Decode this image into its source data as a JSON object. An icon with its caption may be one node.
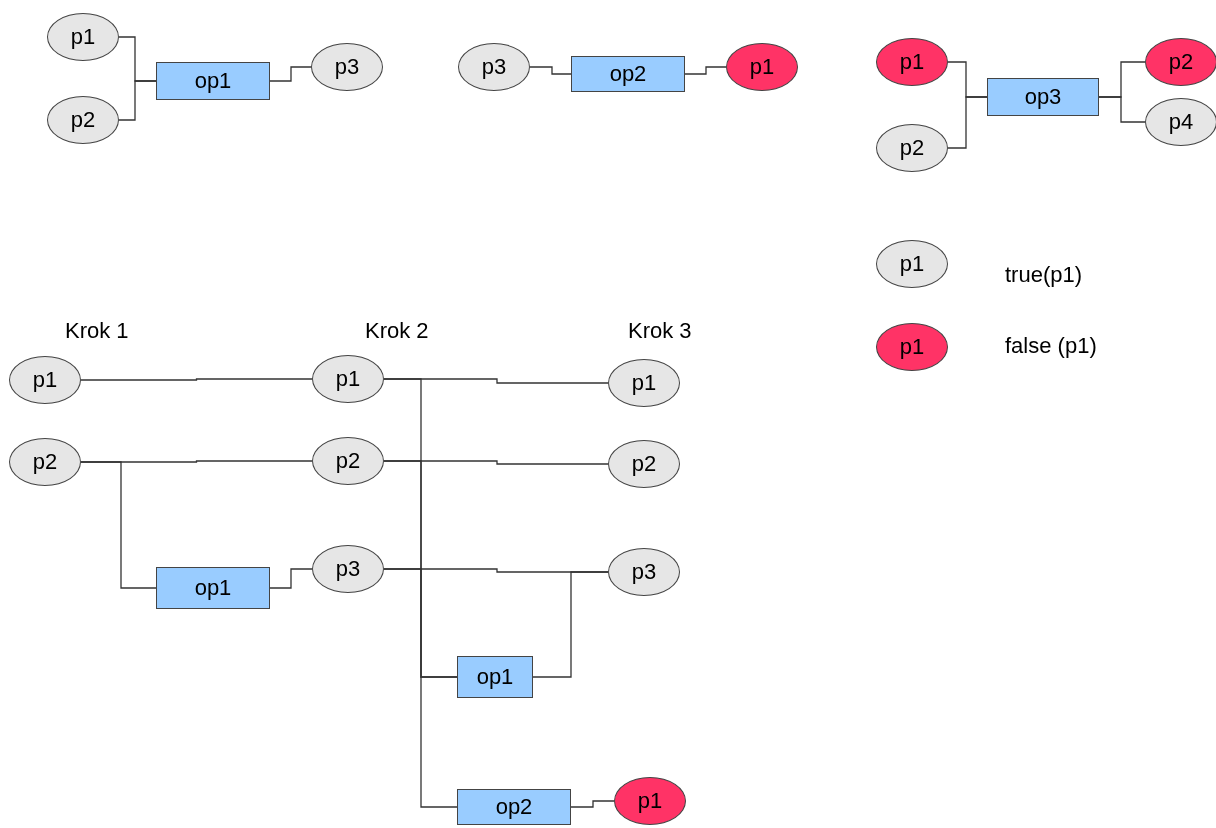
{
  "diagram": {
    "nodes": [
      {
        "text": [
          "p1"
        ]
      },
      {
        "text": [
          "p2"
        ]
      },
      {
        "text": [
          "op1"
        ]
      },
      {
        "text": [
          "p3"
        ]
      },
      {
        "text": [
          "p3"
        ]
      },
      {
        "text": [
          "op2"
        ]
      },
      {
        "text": [
          "p1"
        ]
      },
      {
        "text": [
          "p1"
        ]
      },
      {
        "text": [
          "p2"
        ]
      },
      {
        "text": [
          "op3"
        ]
      },
      {
        "text": [
          "p2"
        ]
      },
      {
        "text": [
          "p4"
        ]
      },
      {
        "text": [
          "p1"
        ],
        "beside": [
          "true(p1)"
        ]
      },
      {
        "text": [
          "p1"
        ],
        "beside": [
          "false (p1)"
        ]
      },
      {
        "text": [
          "p1"
        ]
      },
      {
        "text": [
          "p2"
        ]
      },
      {
        "text": [
          "op1"
        ]
      },
      {
        "text": [
          "p1"
        ]
      },
      {
        "text": [
          "p2"
        ]
      },
      {
        "text": [
          "p3"
        ]
      },
      {
        "text": [
          "p1"
        ]
      },
      {
        "text": [
          "p2"
        ]
      },
      {
        "text": [
          "p3"
        ]
      },
      {
        "text": [
          "op1"
        ]
      },
      {
        "text": [
          "op2"
        ]
      },
      {
        "text": [
          "p1"
        ]
      }
    ],
    "edges": [
      {
        "from": 0,
        "to": 2,
        "arrow": "none"
      },
      {
        "from": 1,
        "to": 2,
        "arrow": "none"
      },
      {
        "from": 2,
        "to": 3,
        "arrow": "none"
      },
      {
        "from": 4,
        "to": 5,
        "arrow": "none"
      },
      {
        "from": 5,
        "to": 6,
        "arrow": "none"
      },
      {
        "from": 7,
        "to": 9,
        "arrow": "none"
      },
      {
        "from": 8,
        "to": 9,
        "arrow": "none"
      },
      {
        "from": 9,
        "to": 10,
        "arrow": "none"
      },
      {
        "from": 9,
        "to": 11,
        "arrow": "none"
      },
      {
        "from": 14,
        "to": 17,
        "arrow": "none"
      },
      {
        "from": 15,
        "to": 18,
        "arrow": "none"
      },
      {
        "from": 15,
        "to": 16,
        "arrow": "none"
      },
      {
        "from": 16,
        "to": 19,
        "arrow": "none"
      },
      {
        "from": 17,
        "to": 20,
        "arrow": "none"
      },
      {
        "from": 18,
        "to": 21,
        "arrow": "none"
      },
      {
        "from": 19,
        "to": 22,
        "arrow": "none"
      },
      {
        "from": 17,
        "to": 23,
        "arrow": "none"
      },
      {
        "from": 18,
        "to": 23,
        "arrow": "none"
      },
      {
        "from": 19,
        "to": 24,
        "arrow": "none"
      },
      {
        "from": 23,
        "to": 22,
        "arrow": "none"
      },
      {
        "from": 24,
        "to": 25,
        "arrow": "none"
      }
    ],
    "labels": [
      "Krok 1",
      "Krok 2",
      "Krok 3"
    ]
  }
}
